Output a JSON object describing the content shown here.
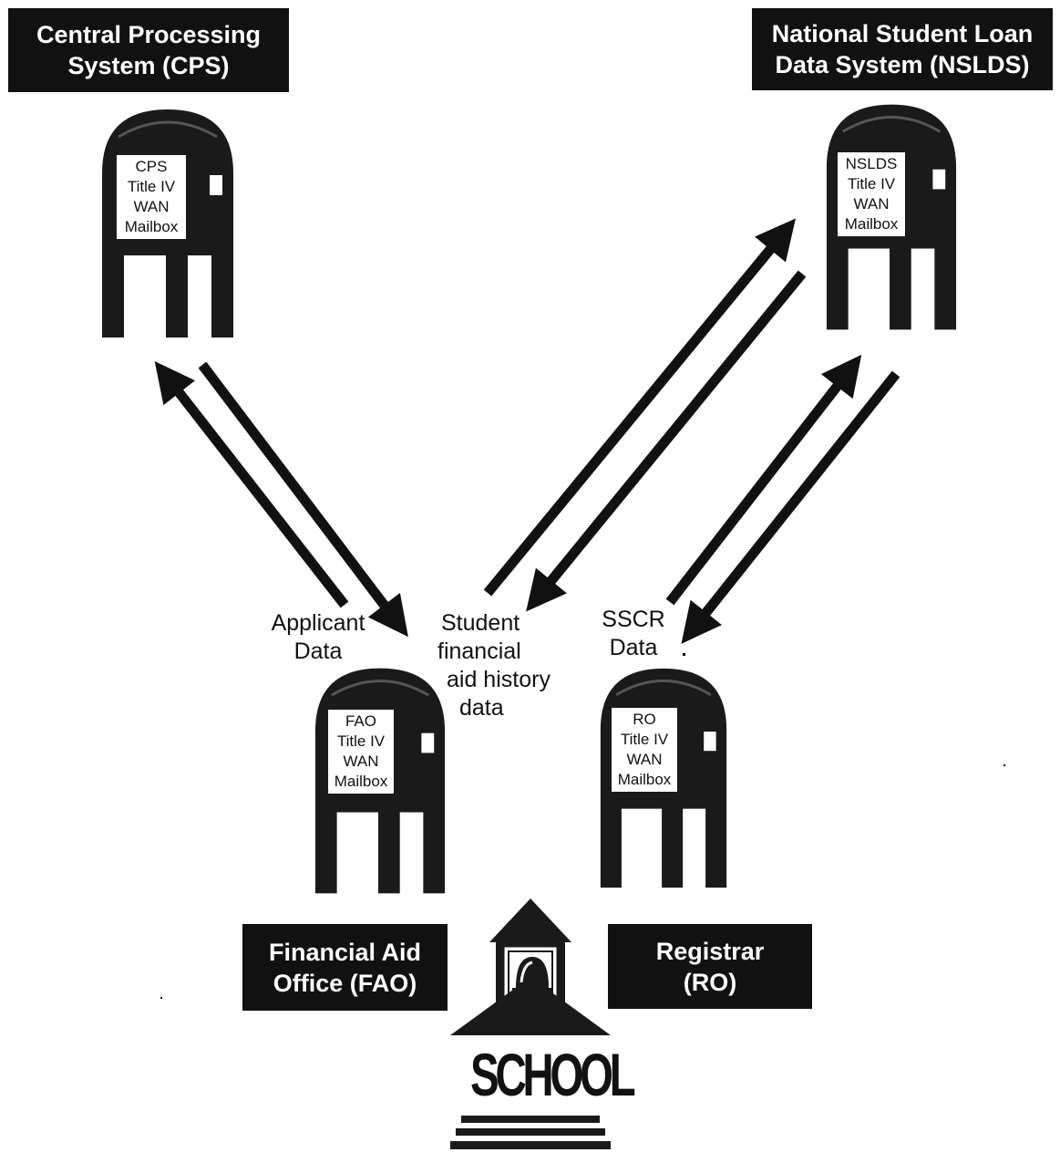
{
  "systems": {
    "cps": {
      "line1": "Central Processing",
      "line2": "System (CPS)"
    },
    "nslds": {
      "line1": "National Student Loan",
      "line2": "Data System (NSLDS)"
    }
  },
  "offices": {
    "fao": {
      "line1": "Financial Aid",
      "line2": "Office (FAO)"
    },
    "ro": {
      "line1": "Registrar",
      "line2": "(RO)"
    }
  },
  "mailboxes": {
    "cps": [
      "CPS",
      "Title IV",
      "WAN",
      "Mailbox"
    ],
    "nslds": [
      "NSLDS",
      "Title IV",
      "WAN",
      "Mailbox"
    ],
    "fao": [
      "FAO",
      "Title IV",
      "WAN",
      "Mailbox"
    ],
    "ro": [
      "RO",
      "Title IV",
      "WAN",
      "Mailbox"
    ]
  },
  "flows": {
    "applicant": [
      "Applicant",
      "Data"
    ],
    "student_aid": [
      "Student",
      "financial",
      "aid history",
      "data"
    ],
    "sscr": [
      "SSCR",
      "Data"
    ]
  },
  "school": {
    "word": "SCHOOL"
  },
  "colors": {
    "ink": "#111111",
    "paper": "#ffffff"
  }
}
